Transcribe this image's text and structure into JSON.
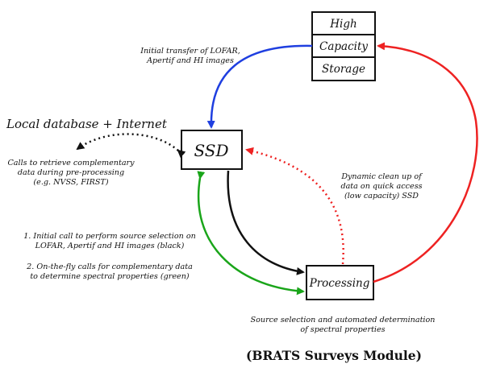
{
  "nodes": {
    "storage": [
      "High",
      "Capacity",
      "Storage"
    ],
    "ssd": "SSD",
    "processing": "Processing"
  },
  "labels": {
    "local_db": "Local database + Internet",
    "transfer": [
      "Initial transfer of LOFAR,",
      "Apertif and HI images"
    ],
    "retrieve": [
      "Calls to retrieve complementary",
      "data during pre-processing",
      "(e.g. NVSS, FIRST)"
    ],
    "cleanup": [
      "Dynamic clean up of",
      "data on quick access",
      "(low capacity) SSD"
    ],
    "calls": [
      "1. Initial call to perform source selection on",
      "LOFAR, Apertif and HI images (black)",
      "2. On-the-fly calls for complementary data",
      "to determine spectral properties (green)"
    ],
    "selection": [
      "Source selection and automated determination",
      "of spectral properties"
    ],
    "footer": "(BRATS Surveys Module)"
  },
  "colors": {
    "blue": "#1f3fe0",
    "red": "#ee2222",
    "green": "#1aa51a",
    "black": "#111111"
  }
}
